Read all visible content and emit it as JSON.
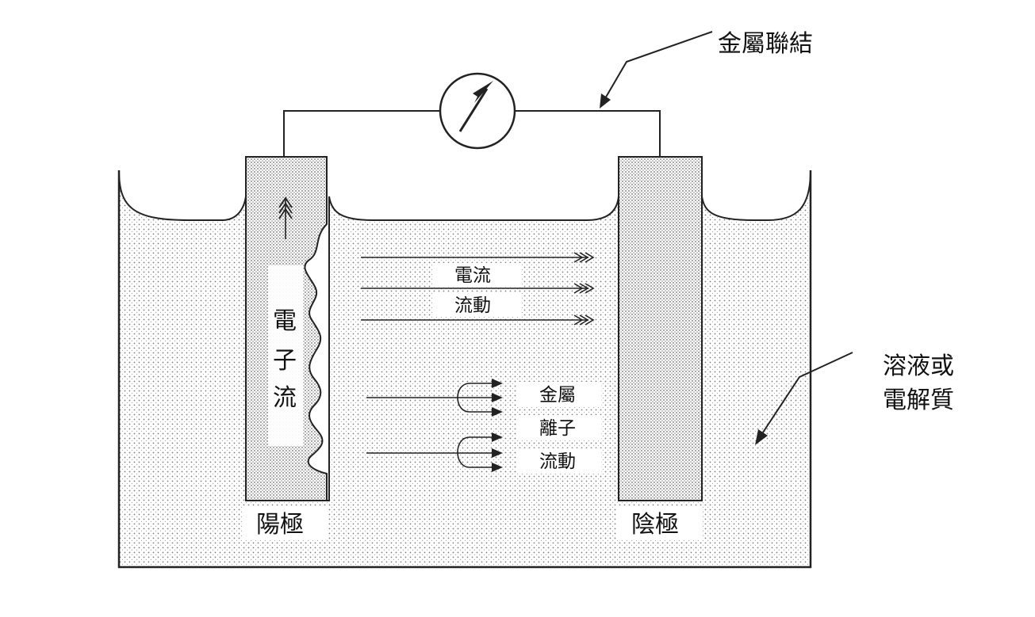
{
  "labels": {
    "metal_connection": "金屬聯結",
    "solution": [
      "溶液或",
      "電解質"
    ],
    "anode": "陽極",
    "cathode": "陰極",
    "electron_flow": [
      "電",
      "子",
      "流"
    ],
    "current_flow": [
      "電流",
      "流動"
    ],
    "metal_ion_flow": [
      "金屬",
      "離子",
      "流動"
    ]
  },
  "colors": {
    "line": "#222222",
    "dots": "#777777",
    "label_bg": "#ffffff"
  },
  "icons": {
    "meter": "ammeter-gauge-icon"
  }
}
